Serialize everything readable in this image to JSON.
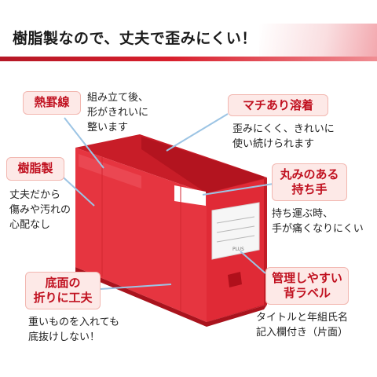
{
  "header": {
    "title": "樹脂製なので、丈夫で歪みにくい！"
  },
  "features": {
    "heat_crease": {
      "tag": "熱罫線",
      "desc": [
        "組み立て後、",
        "形がきれいに",
        "整います"
      ]
    },
    "gusset": {
      "tag": "マチあり溶着",
      "desc": [
        "歪みにくく、きれいに",
        "使い続けられます"
      ]
    },
    "resin": {
      "tag": "樹脂製",
      "desc": [
        "丈夫だから",
        "傷みや汚れの",
        "心配なし"
      ]
    },
    "handle": {
      "tag": [
        "丸みのある",
        "持ち手"
      ],
      "desc": [
        "持ち運ぶ時、",
        "手が痛くなりにくい"
      ]
    },
    "bottom": {
      "tag": [
        "底面の",
        "折りに工夫"
      ],
      "desc": [
        "重いものを入れても",
        "底抜けしない！"
      ]
    },
    "label": {
      "tag": [
        "管理しやすい",
        "背ラベル"
      ],
      "desc": [
        "タイトルと年組氏名",
        "記入欄付き（片面）"
      ]
    }
  },
  "product": {
    "color": "#e8303b",
    "label_brand": "PLUS"
  },
  "colors": {
    "accent": "#d81f2c",
    "tag_bg": "#fde9e7",
    "tag_text": "#c0101f",
    "leader": "#9cc4e4"
  }
}
